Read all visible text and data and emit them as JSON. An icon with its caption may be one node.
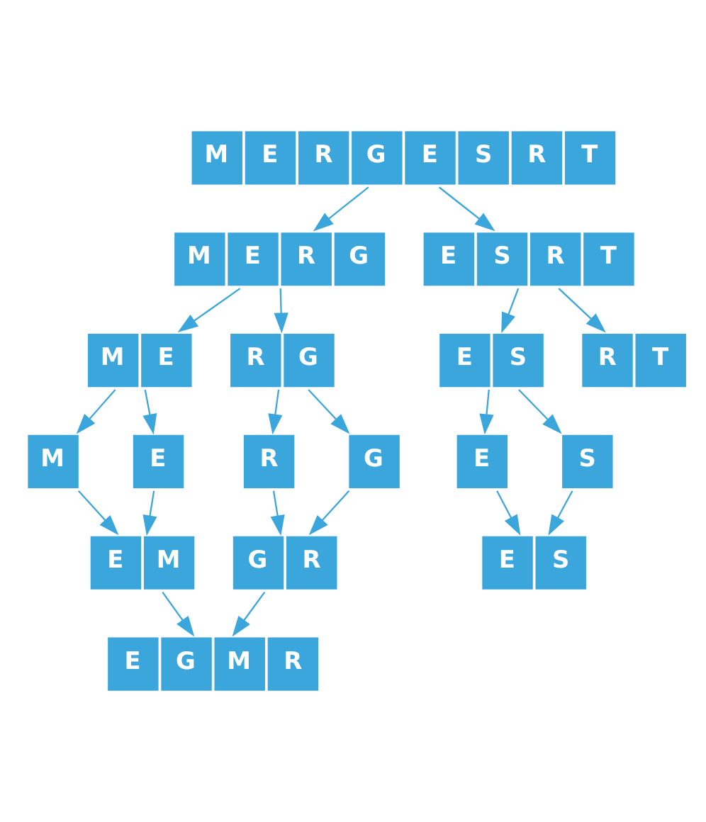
{
  "diagram": {
    "nodes": [
      {
        "text": [
          "M",
          "E",
          "R",
          "G",
          "E",
          "S",
          "R",
          "T"
        ]
      },
      {
        "text": [
          "M",
          "E",
          "R",
          "G"
        ]
      },
      {
        "text": [
          "E",
          "S",
          "R",
          "T"
        ]
      },
      {
        "text": [
          "M",
          "E"
        ]
      },
      {
        "text": [
          "R",
          "G"
        ]
      },
      {
        "text": [
          "E",
          "S"
        ]
      },
      {
        "text": [
          "R",
          "T"
        ]
      },
      {
        "text": [
          "M"
        ]
      },
      {
        "text": [
          "E"
        ]
      },
      {
        "text": [
          "R"
        ]
      },
      {
        "text": [
          "G"
        ]
      },
      {
        "text": [
          "E"
        ]
      },
      {
        "text": [
          "S"
        ]
      },
      {
        "text": [
          "E",
          "M"
        ]
      },
      {
        "text": [
          "G",
          "R"
        ]
      },
      {
        "text": [
          "E",
          "S"
        ]
      },
      {
        "text": [
          "E",
          "G",
          "M",
          "R"
        ]
      }
    ],
    "edges": [
      {
        "from": 0,
        "to": 1,
        "arrow": "to"
      },
      {
        "from": 0,
        "to": 2,
        "arrow": "to"
      },
      {
        "from": 1,
        "to": 3,
        "arrow": "to"
      },
      {
        "from": 1,
        "to": 4,
        "arrow": "to"
      },
      {
        "from": 2,
        "to": 5,
        "arrow": "to"
      },
      {
        "from": 2,
        "to": 6,
        "arrow": "to"
      },
      {
        "from": 3,
        "to": 7,
        "arrow": "to"
      },
      {
        "from": 3,
        "to": 8,
        "arrow": "to"
      },
      {
        "from": 4,
        "to": 9,
        "arrow": "to"
      },
      {
        "from": 4,
        "to": 10,
        "arrow": "to"
      },
      {
        "from": 5,
        "to": 11,
        "arrow": "to"
      },
      {
        "from": 5,
        "to": 12,
        "arrow": "to"
      },
      {
        "from": 7,
        "to": 13,
        "arrow": "to"
      },
      {
        "from": 8,
        "to": 13,
        "arrow": "to"
      },
      {
        "from": 9,
        "to": 14,
        "arrow": "to"
      },
      {
        "from": 10,
        "to": 14,
        "arrow": "to"
      },
      {
        "from": 11,
        "to": 15,
        "arrow": "to"
      },
      {
        "from": 12,
        "to": 15,
        "arrow": "to"
      },
      {
        "from": 13,
        "to": 16,
        "arrow": "to"
      },
      {
        "from": 14,
        "to": 16,
        "arrow": "to"
      }
    ]
  }
}
